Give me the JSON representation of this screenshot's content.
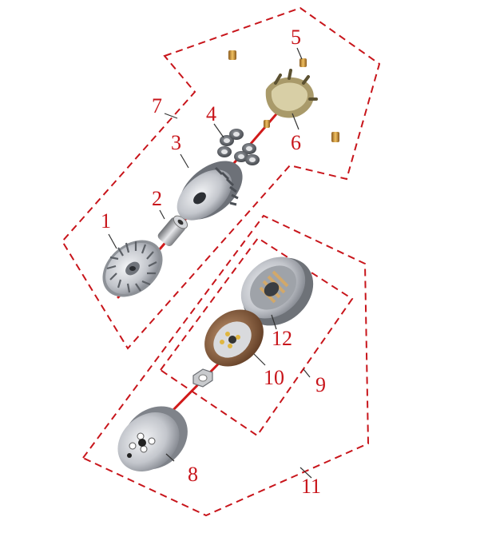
{
  "callouts": {
    "c1": "1",
    "c2": "2",
    "c3": "3",
    "c4": "4",
    "c5": "5",
    "c6": "6",
    "c7": "7",
    "c8": "8",
    "c9": "9",
    "c10": "10",
    "c11": "11",
    "c12": "12"
  },
  "colors": {
    "callout": "#c8151b",
    "axis": "#d11a1a",
    "metal": "#b9bcc2",
    "bronze": "#8a5a3a"
  }
}
